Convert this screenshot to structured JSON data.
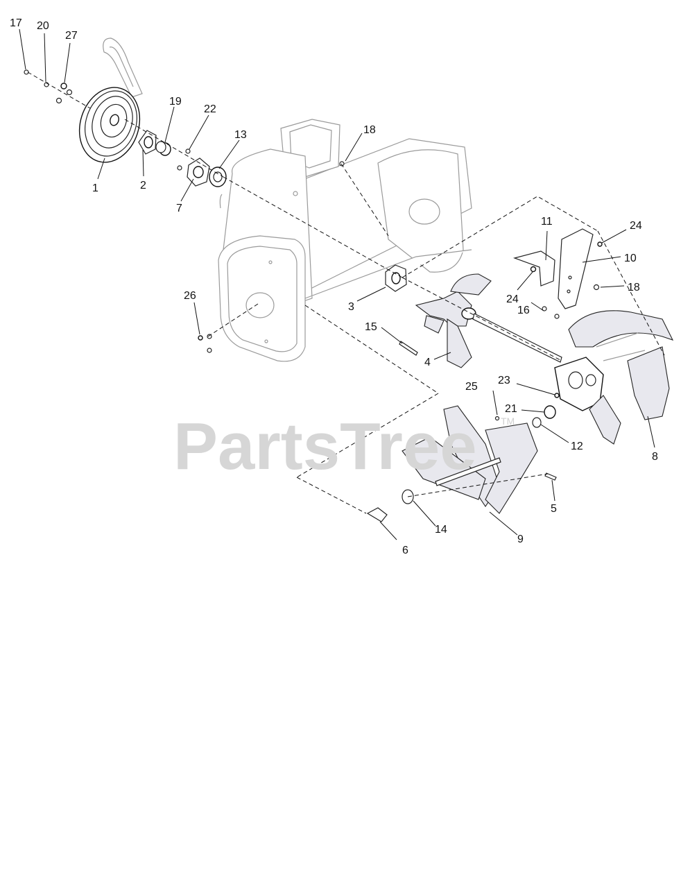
{
  "watermark": {
    "text": "PartsTree",
    "trademark": "TM"
  },
  "callouts": [
    {
      "id": "c17",
      "label": "17"
    },
    {
      "id": "c20",
      "label": "20"
    },
    {
      "id": "c27",
      "label": "27"
    },
    {
      "id": "c1",
      "label": "1"
    },
    {
      "id": "c2",
      "label": "2"
    },
    {
      "id": "c19",
      "label": "19"
    },
    {
      "id": "c22",
      "label": "22"
    },
    {
      "id": "c13",
      "label": "13"
    },
    {
      "id": "c7",
      "label": "7"
    },
    {
      "id": "c18a",
      "label": "18"
    },
    {
      "id": "c11",
      "label": "11"
    },
    {
      "id": "c24a",
      "label": "24"
    },
    {
      "id": "c10",
      "label": "10"
    },
    {
      "id": "c24b",
      "label": "24"
    },
    {
      "id": "c18b",
      "label": "18"
    },
    {
      "id": "c16",
      "label": "16"
    },
    {
      "id": "c26",
      "label": "26"
    },
    {
      "id": "c3",
      "label": "3"
    },
    {
      "id": "c15",
      "label": "15"
    },
    {
      "id": "c4",
      "label": "4"
    },
    {
      "id": "c23",
      "label": "23"
    },
    {
      "id": "c25",
      "label": "25"
    },
    {
      "id": "c21",
      "label": "21"
    },
    {
      "id": "c12",
      "label": "12"
    },
    {
      "id": "c8",
      "label": "8"
    },
    {
      "id": "c5",
      "label": "5"
    },
    {
      "id": "c14",
      "label": "14"
    },
    {
      "id": "c9",
      "label": "9"
    },
    {
      "id": "c6",
      "label": "6"
    }
  ]
}
